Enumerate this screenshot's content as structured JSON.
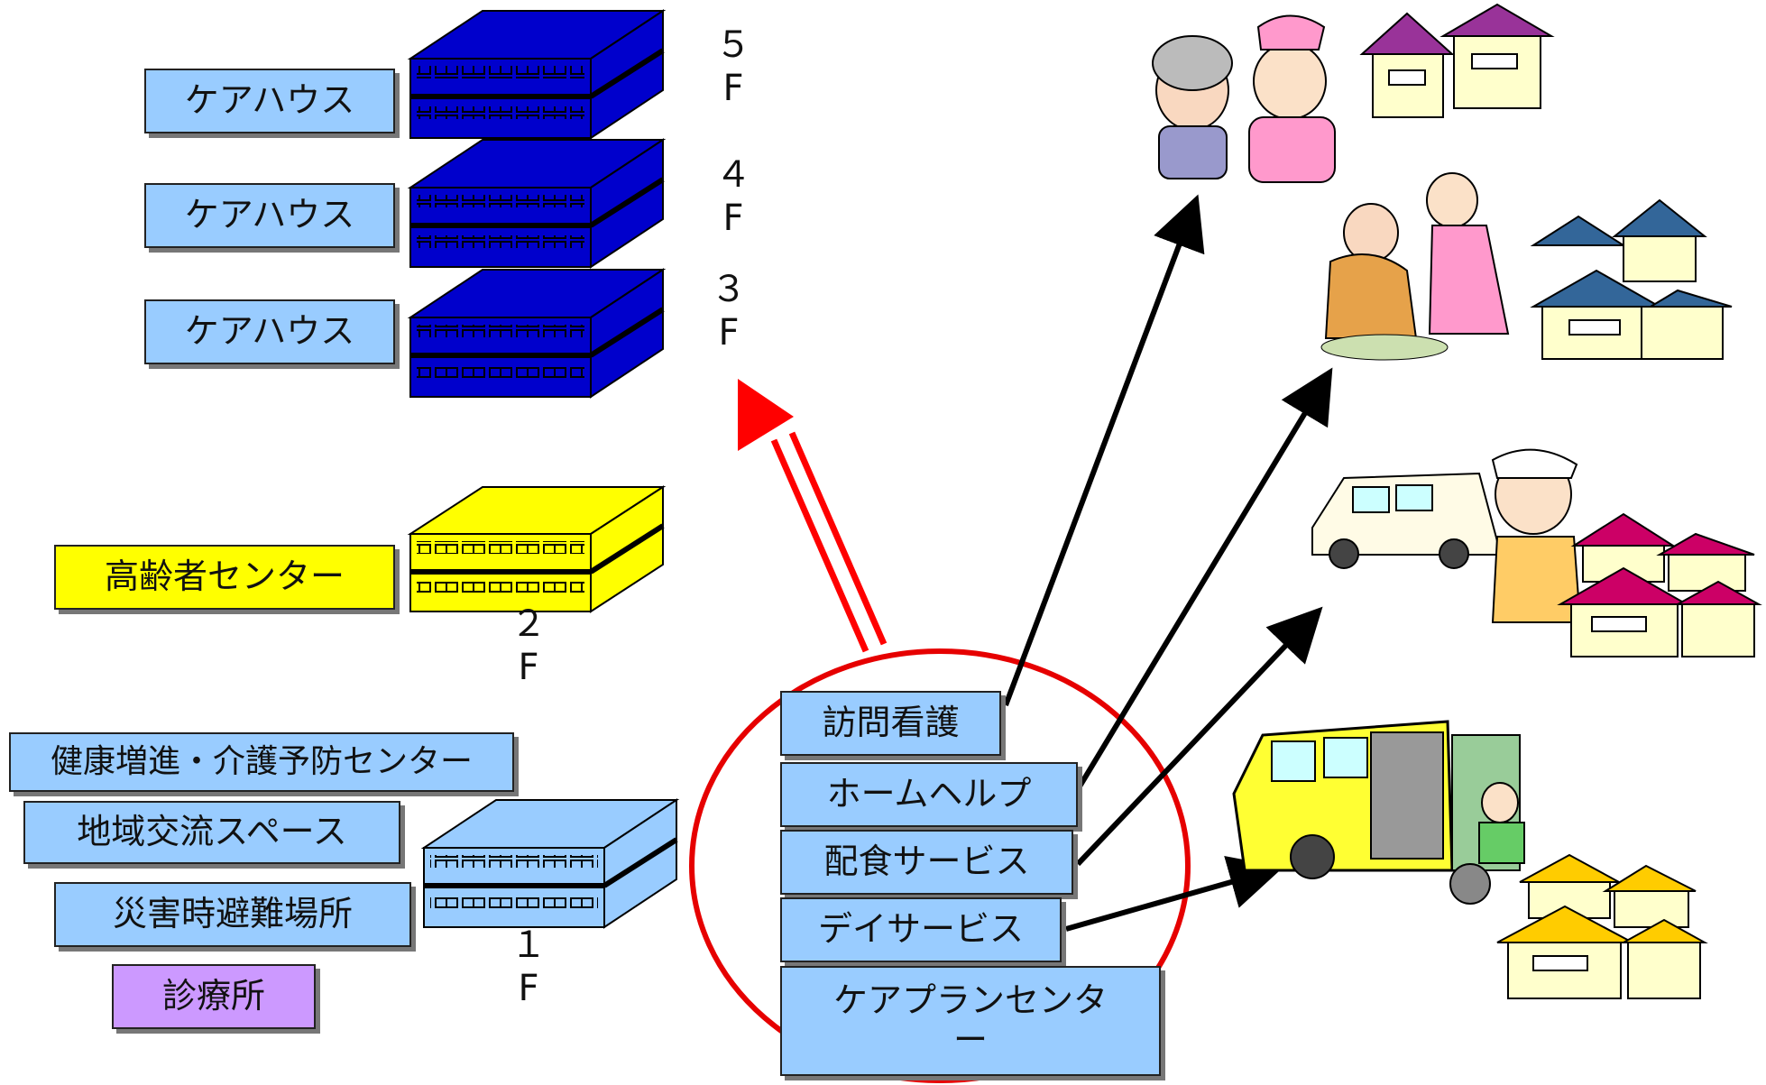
{
  "floors": [
    {
      "id": "5F",
      "label": "ケアハウス",
      "floor_text": "５\nF"
    },
    {
      "id": "4F",
      "label": "ケアハウス",
      "floor_text": "４\nF"
    },
    {
      "id": "3F",
      "label": "ケアハウス",
      "floor_text": "３\nF"
    },
    {
      "id": "2F",
      "label": "高齢者センター",
      "floor_text": "２\nF"
    },
    {
      "id": "1F",
      "label": "",
      "floor_text": "１\nF"
    }
  ],
  "first_floor_facilities": [
    "健康増進・介護予防センター",
    "地域交流スペース",
    "災害時避難場所",
    "診療所"
  ],
  "services": [
    "訪問看護",
    "ホームヘルプ",
    "配食サービス",
    "デイサービス",
    "ケアプランセンター"
  ],
  "illustrations": [
    "nurse-with-elderly",
    "caregiver-helping-elderly",
    "meal-delivery-van-worker",
    "wheelchair-van",
    "houses"
  ],
  "colors": {
    "care_house": "#99ccff",
    "elderly_center": "#ffff00",
    "clinic": "#cc99ff",
    "building_blue": "#0000cc",
    "building_yellow": "#ffff00",
    "building_light": "#99ccff",
    "circle": "#e60000",
    "arrow_red": "#ff0000",
    "arrow_black": "#000000"
  }
}
